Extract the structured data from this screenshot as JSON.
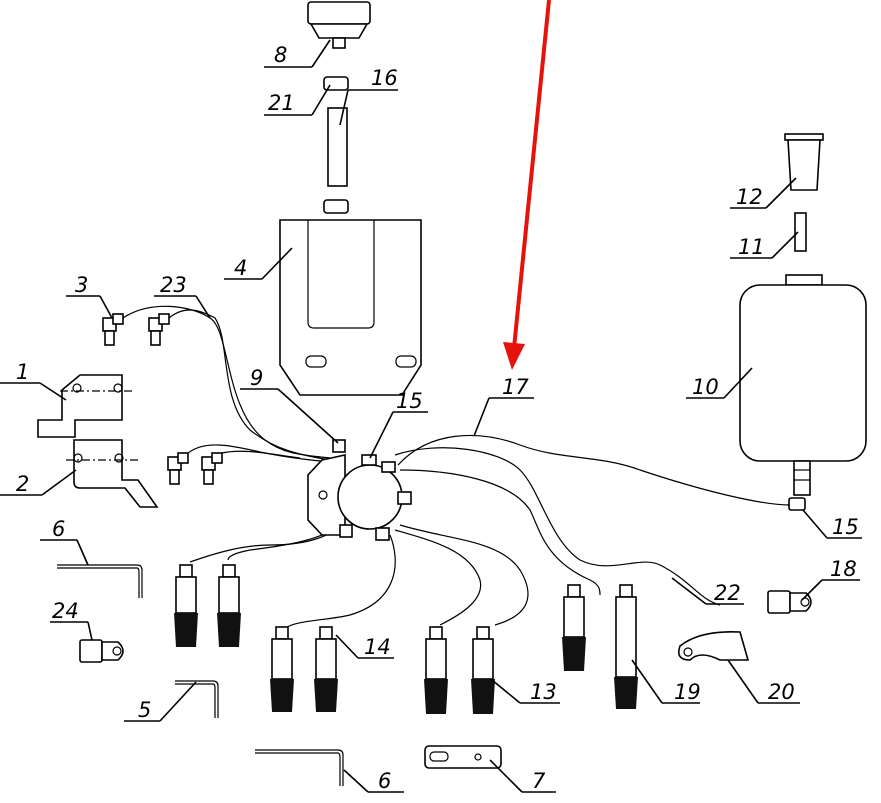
{
  "accent": {
    "arrow": "#e8120c",
    "line": "#000000"
  },
  "callouts": [
    {
      "id": "1",
      "text": "1"
    },
    {
      "id": "2",
      "text": "2"
    },
    {
      "id": "3",
      "text": "3"
    },
    {
      "id": "4",
      "text": "4"
    },
    {
      "id": "5",
      "text": "5"
    },
    {
      "id": "6a",
      "text": "6"
    },
    {
      "id": "6b",
      "text": "6"
    },
    {
      "id": "7",
      "text": "7"
    },
    {
      "id": "8",
      "text": "8"
    },
    {
      "id": "9",
      "text": "9"
    },
    {
      "id": "10",
      "text": "10"
    },
    {
      "id": "11",
      "text": "11"
    },
    {
      "id": "12",
      "text": "12"
    },
    {
      "id": "13",
      "text": "13"
    },
    {
      "id": "14",
      "text": "14"
    },
    {
      "id": "15a",
      "text": "15"
    },
    {
      "id": "15b",
      "text": "15"
    },
    {
      "id": "16",
      "text": "16"
    },
    {
      "id": "17",
      "text": "17"
    },
    {
      "id": "18",
      "text": "18"
    },
    {
      "id": "19",
      "text": "19"
    },
    {
      "id": "20",
      "text": "20"
    },
    {
      "id": "21",
      "text": "21"
    },
    {
      "id": "22",
      "text": "22"
    },
    {
      "id": "23",
      "text": "23"
    },
    {
      "id": "24",
      "text": "24"
    }
  ]
}
